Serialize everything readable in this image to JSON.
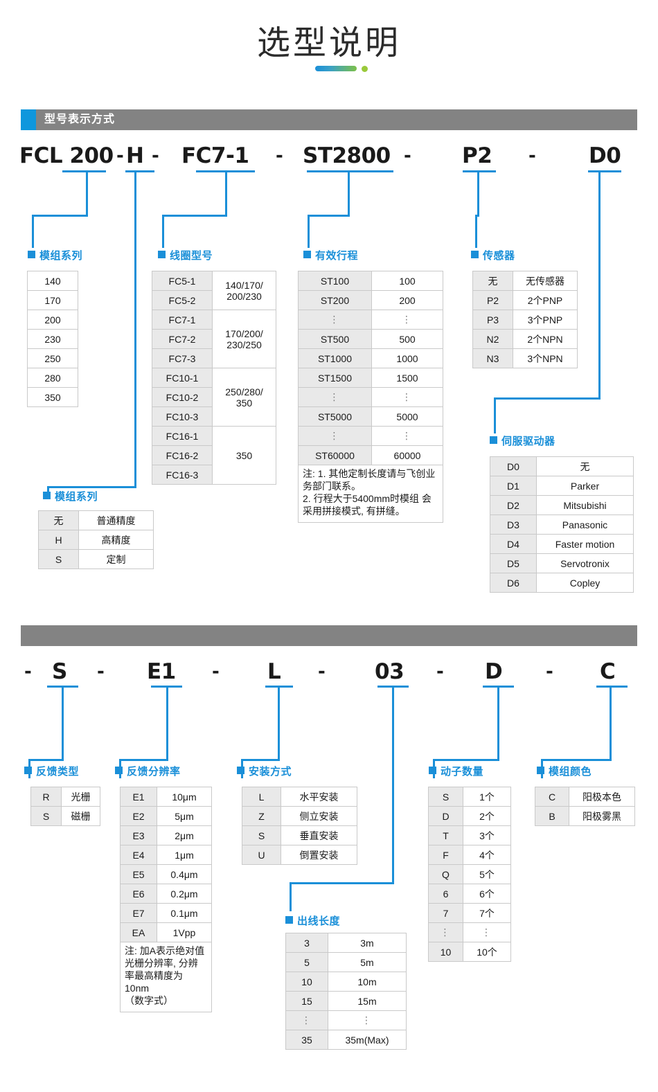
{
  "title": "选型说明",
  "sections": [
    {
      "id": "model-notation",
      "label": "型号表示方式"
    },
    {
      "id": "model-notation-cont",
      "label": ""
    }
  ],
  "code_row_1": [
    {
      "text": "FCL 200",
      "kind": "token"
    },
    {
      "text": "-",
      "kind": "dash"
    },
    {
      "text": "H",
      "kind": "token"
    },
    {
      "text": "-",
      "kind": "dash"
    },
    {
      "text": "FC7-1",
      "kind": "token"
    },
    {
      "text": "-",
      "kind": "dash"
    },
    {
      "text": "ST2800",
      "kind": "token"
    },
    {
      "text": "-",
      "kind": "dash"
    },
    {
      "text": "P2",
      "kind": "token"
    },
    {
      "text": "-",
      "kind": "dash"
    },
    {
      "text": "D0",
      "kind": "token"
    }
  ],
  "code_row_2": [
    {
      "text": "-",
      "kind": "dash"
    },
    {
      "text": "S",
      "kind": "token"
    },
    {
      "text": "-",
      "kind": "dash"
    },
    {
      "text": "E1",
      "kind": "token"
    },
    {
      "text": "-",
      "kind": "dash"
    },
    {
      "text": "L",
      "kind": "token"
    },
    {
      "text": "-",
      "kind": "dash"
    },
    {
      "text": "03",
      "kind": "token"
    },
    {
      "text": "-",
      "kind": "dash"
    },
    {
      "text": "D",
      "kind": "token"
    },
    {
      "text": "-",
      "kind": "dash"
    },
    {
      "text": "C",
      "kind": "token"
    }
  ],
  "groups": {
    "module_series": {
      "label": "模组系列",
      "rows": [
        [
          "140"
        ],
        [
          "170"
        ],
        [
          "200"
        ],
        [
          "230"
        ],
        [
          "250"
        ],
        [
          "280"
        ],
        [
          "350"
        ]
      ]
    },
    "precision": {
      "label": "模组系列",
      "rows": [
        [
          "无",
          "普通精度"
        ],
        [
          "H",
          "高精度"
        ],
        [
          "S",
          "定制"
        ]
      ]
    },
    "coil_model": {
      "label": "线圈型号",
      "groups": [
        {
          "codes": [
            "FC5-1",
            "FC5-2"
          ],
          "value": "140/170/\n200/230"
        },
        {
          "codes": [
            "FC7-1",
            "FC7-2",
            "FC7-3"
          ],
          "value": "170/200/\n230/250"
        },
        {
          "codes": [
            "FC10-1",
            "FC10-2",
            "FC10-3"
          ],
          "value": "250/280/\n350"
        },
        {
          "codes": [
            "FC16-1",
            "FC16-2",
            "FC16-3"
          ],
          "value": "350"
        }
      ]
    },
    "stroke": {
      "label": "有效行程",
      "rows": [
        [
          "ST100",
          "100"
        ],
        [
          "ST200",
          "200"
        ],
        [
          "⋮",
          "⋮"
        ],
        [
          "ST500",
          "500"
        ],
        [
          "ST1000",
          "1000"
        ],
        [
          "ST1500",
          "1500"
        ],
        [
          "⋮",
          "⋮"
        ],
        [
          "ST5000",
          "5000"
        ],
        [
          "⋮",
          "⋮"
        ],
        [
          "ST60000",
          "60000"
        ]
      ],
      "note": "注: 1. 其他定制长度请与飞创业务部门联系。\n2. 行程大于5400mm时模组 会采用拼接模式, 有拼缝。"
    },
    "sensor": {
      "label": "传感器",
      "rows": [
        [
          "无",
          "无传感器"
        ],
        [
          "P2",
          "2个PNP"
        ],
        [
          "P3",
          "3个PNP"
        ],
        [
          "N2",
          "2个NPN"
        ],
        [
          "N3",
          "3个NPN"
        ]
      ]
    },
    "servo_driver": {
      "label": "伺服驱动器",
      "rows": [
        [
          "D0",
          "无"
        ],
        [
          "D1",
          "Parker"
        ],
        [
          "D2",
          "Mitsubishi"
        ],
        [
          "D3",
          "Panasonic"
        ],
        [
          "D4",
          "Faster motion"
        ],
        [
          "D5",
          "Servotronix"
        ],
        [
          "D6",
          "Copley"
        ]
      ]
    },
    "feedback_type": {
      "label": "反馈类型",
      "rows": [
        [
          "R",
          "光栅"
        ],
        [
          "S",
          "磁栅"
        ]
      ]
    },
    "feedback_resolution": {
      "label": "反馈分辨率",
      "rows": [
        [
          "E1",
          "10μm"
        ],
        [
          "E2",
          "5μm"
        ],
        [
          "E3",
          "2μm"
        ],
        [
          "E4",
          "1μm"
        ],
        [
          "E5",
          "0.4μm"
        ],
        [
          "E6",
          "0.2μm"
        ],
        [
          "E7",
          "0.1μm"
        ],
        [
          "EA",
          "1Vpp"
        ]
      ],
      "note": "注: 加A表示绝对值光栅分辨率, 分辨率最高精度为10nm\n（数字式）"
    },
    "mounting": {
      "label": "安装方式",
      "rows": [
        [
          "L",
          "水平安装"
        ],
        [
          "Z",
          "侧立安装"
        ],
        [
          "S",
          "垂直安装"
        ],
        [
          "U",
          "倒置安装"
        ]
      ]
    },
    "cable_length": {
      "label": "出线长度",
      "rows": [
        [
          "3",
          "3m"
        ],
        [
          "5",
          "5m"
        ],
        [
          "10",
          "10m"
        ],
        [
          "15",
          "15m"
        ],
        [
          "⋮",
          "⋮"
        ],
        [
          "35",
          "35m(Max)"
        ]
      ]
    },
    "mover_count": {
      "label": "动子数量",
      "rows": [
        [
          "S",
          "1个"
        ],
        [
          "D",
          "2个"
        ],
        [
          "T",
          "3个"
        ],
        [
          "F",
          "4个"
        ],
        [
          "Q",
          "5个"
        ],
        [
          "6",
          "6个"
        ],
        [
          "7",
          "7个"
        ],
        [
          "⋮",
          "⋮"
        ],
        [
          "10",
          "10个"
        ]
      ]
    },
    "module_color": {
      "label": "模组颜色",
      "rows": [
        [
          "C",
          "阳极本色"
        ],
        [
          "B",
          "阳极雾黑"
        ]
      ]
    }
  },
  "colors": {
    "accent_blue": "#1a8fd8",
    "bar_gray": "#838383",
    "header_accent": "#0f97dd",
    "cell_key_bg": "#e9e9e9",
    "border": "#c9c9c9"
  }
}
